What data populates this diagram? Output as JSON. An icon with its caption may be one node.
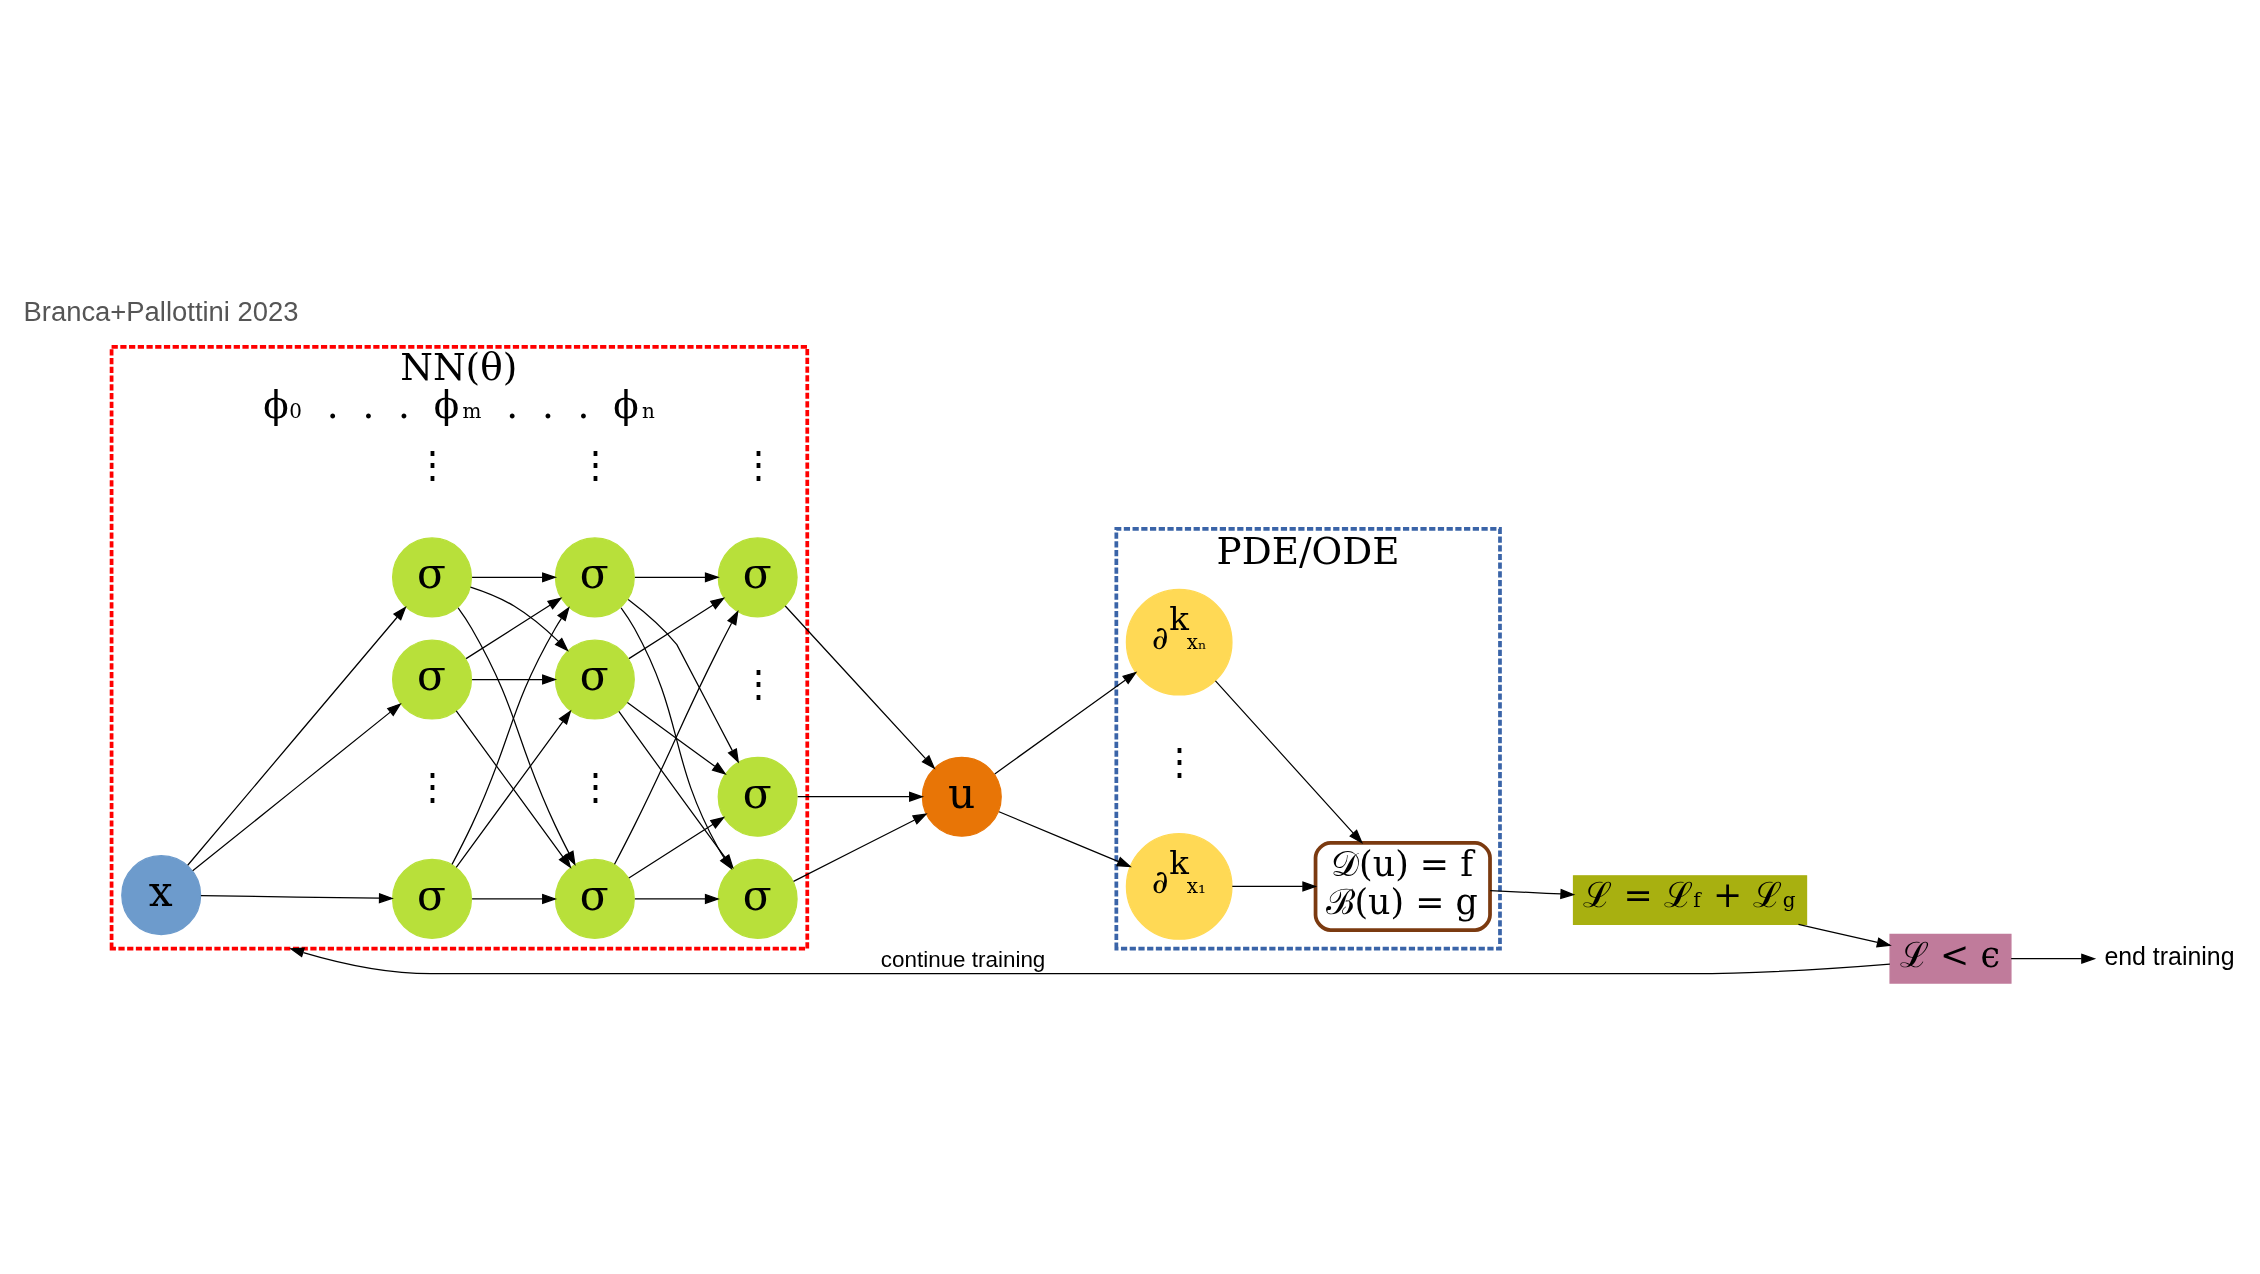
{
  "diagram": {
    "nodes": [
      {
        "text": [
          "NN(θ)",
          "ϕ$_{0}$  .  .  .  ϕ$_{m}$  .  .  .  ϕ$_{n}$"
        ]
      },
      {
        "text": [
          "PDE/ODE"
        ]
      },
      {
        "text": [
          "x"
        ],
        "in": 0
      },
      {
        "text": [
          "σ"
        ],
        "in": 0
      },
      {
        "text": [
          "σ"
        ],
        "in": 0
      },
      {
        "text": [
          "σ"
        ],
        "in": 0
      },
      {
        "text": [
          "σ"
        ],
        "in": 0
      },
      {
        "text": [
          "σ"
        ],
        "in": 0
      },
      {
        "text": [
          "σ"
        ],
        "in": 0
      },
      {
        "text": [
          "σ"
        ],
        "in": 0
      },
      {
        "text": [
          "σ"
        ],
        "in": 0
      },
      {
        "text": [
          "σ"
        ],
        "in": 0
      },
      {
        "text": [
          "u"
        ]
      },
      {
        "text": [
          "∂$^{k}$$_{x₁}$"
        ],
        "in": 1
      },
      {
        "text": [
          "∂$^{k}$$_{xₙ}$"
        ],
        "in": 1
      },
      {
        "text": [
          "𝒟(u) = f",
          "ℬ(u) = g"
        ],
        "in": 1
      },
      {
        "text": [
          "ℒ = ℒ$_{f}$ + ℒ$_{g}$"
        ]
      },
      {
        "text": [
          "ℒ < ϵ"
        ]
      },
      {
        "text": [
          "end training"
        ]
      }
    ],
    "edges": [
      {
        "from": 2,
        "to": 3,
        "arrow": "to"
      },
      {
        "from": 2,
        "to": 4,
        "arrow": "to"
      },
      {
        "from": 2,
        "to": 5,
        "arrow": "to"
      },
      {
        "from": 3,
        "to": 6,
        "arrow": "to"
      },
      {
        "from": 3,
        "to": 7,
        "arrow": "to"
      },
      {
        "from": 3,
        "to": 8,
        "arrow": "to"
      },
      {
        "from": 4,
        "to": 6,
        "arrow": "to"
      },
      {
        "from": 4,
        "to": 7,
        "arrow": "to"
      },
      {
        "from": 4,
        "to": 8,
        "arrow": "to"
      },
      {
        "from": 5,
        "to": 6,
        "arrow": "to"
      },
      {
        "from": 5,
        "to": 7,
        "arrow": "to"
      },
      {
        "from": 5,
        "to": 8,
        "arrow": "to"
      },
      {
        "from": 6,
        "to": 9,
        "arrow": "to"
      },
      {
        "from": 6,
        "to": 10,
        "arrow": "to"
      },
      {
        "from": 6,
        "to": 11,
        "arrow": "to"
      },
      {
        "from": 7,
        "to": 9,
        "arrow": "to"
      },
      {
        "from": 7,
        "to": 10,
        "arrow": "to"
      },
      {
        "from": 7,
        "to": 11,
        "arrow": "to"
      },
      {
        "from": 8,
        "to": 9,
        "arrow": "to"
      },
      {
        "from": 8,
        "to": 10,
        "arrow": "to"
      },
      {
        "from": 8,
        "to": 11,
        "arrow": "to"
      },
      {
        "from": 9,
        "to": 12,
        "arrow": "to"
      },
      {
        "from": 10,
        "to": 12,
        "arrow": "to"
      },
      {
        "from": 11,
        "to": 12,
        "arrow": "to"
      },
      {
        "from": 12,
        "to": 13,
        "arrow": "to"
      },
      {
        "from": 12,
        "to": 14,
        "arrow": "to"
      },
      {
        "from": 13,
        "to": 15,
        "arrow": "to"
      },
      {
        "from": 14,
        "to": 15,
        "arrow": "to"
      },
      {
        "from": 15,
        "to": 16,
        "arrow": "to"
      },
      {
        "from": 16,
        "to": 17,
        "arrow": "to"
      },
      {
        "from": 17,
        "to": 0,
        "label": "continue training",
        "arrow": "to"
      },
      {
        "from": 17,
        "to": 18,
        "arrow": "to"
      }
    ],
    "labels": [
      "Branca+Pallottini 2023",
      "⋮",
      "⋮",
      "⋮",
      "⋮",
      "⋮",
      "⋮",
      "⋮"
    ]
  }
}
